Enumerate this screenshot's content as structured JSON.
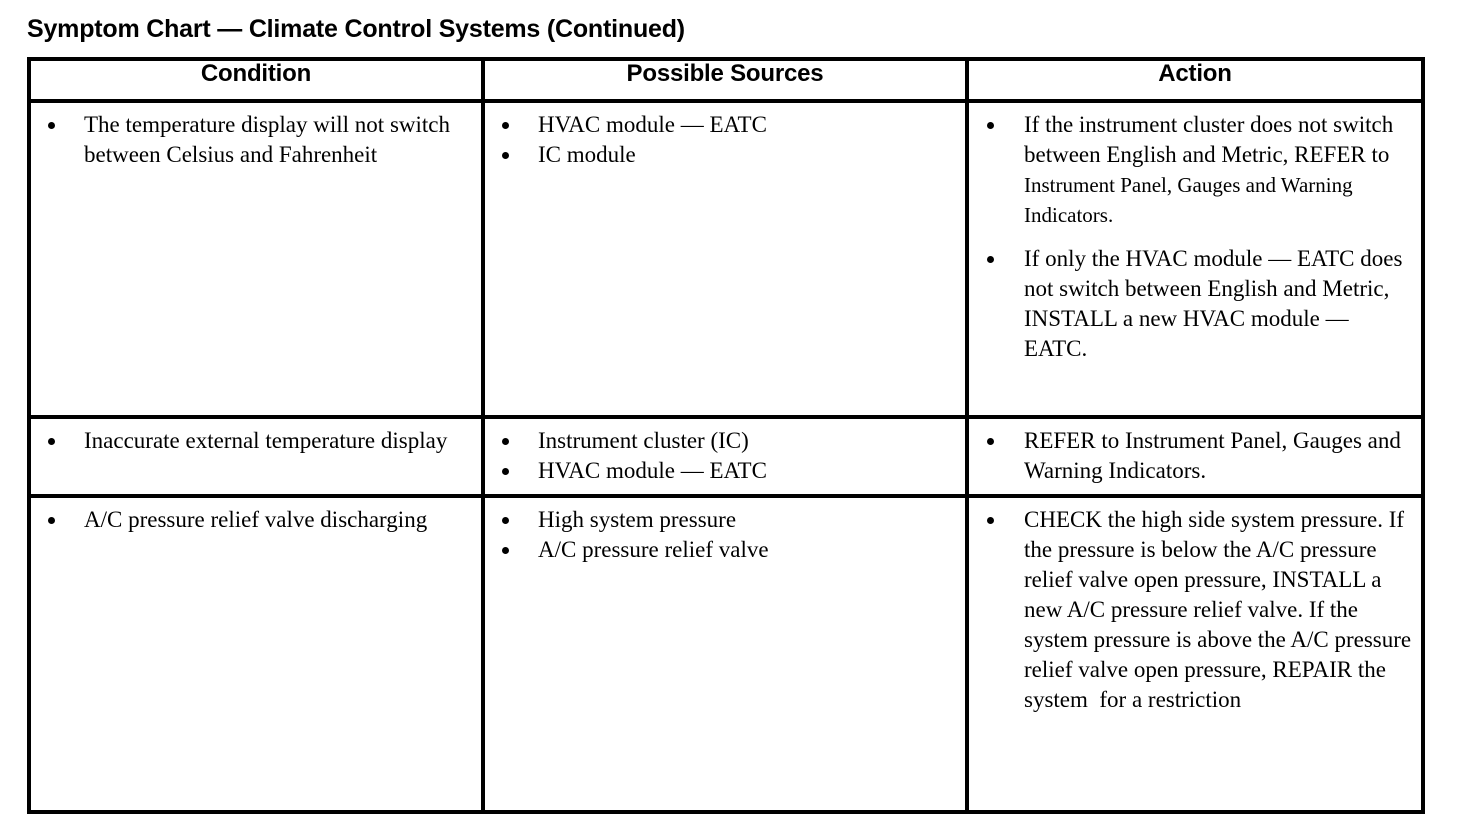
{
  "document": {
    "title": "Symptom Chart — Climate Control Systems (Continued)"
  },
  "table": {
    "headers": {
      "condition": "Condition",
      "sources": "Possible Sources",
      "action": "Action"
    },
    "rows": [
      {
        "condition": [
          "The temperature display will not switch between Celsius and Fahrenheit"
        ],
        "sources": [
          "HVAC module — EATC",
          "IC module"
        ],
        "action": [
          "If the instrument cluster does not switch between English and Metric, REFER to ",
          "If only the HVAC module — EATC does not switch between English and Metric, INSTALL a new HVAC module — EATC."
        ],
        "action_refs": [
          "Instrument Panel, Gauges and Warning Indicators."
        ]
      },
      {
        "condition": [
          "Inaccurate external temperature display"
        ],
        "sources": [
          "Instrument cluster (IC)",
          "HVAC module — EATC"
        ],
        "action": [
          "REFER to Instrument Panel, Gauges and Warning Indicators."
        ],
        "action_refs": []
      },
      {
        "condition": [
          "A/C pressure relief valve discharging"
        ],
        "sources": [
          "High system pressure",
          "A/C pressure relief valve"
        ],
        "action": [
          "CHECK the high side system pressure. If the pressure is below the A/C pressure relief valve open pressure, INSTALL a new A/C pressure relief valve. If the system pressure is above the A/C pressure relief valve open pressure, REPAIR the system  for a restriction"
        ],
        "action_refs": []
      }
    ]
  },
  "colors": {
    "text": "#000000",
    "background": "#ffffff",
    "border": "#000000"
  }
}
